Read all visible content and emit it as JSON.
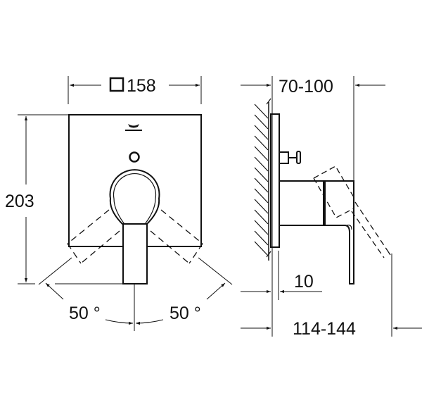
{
  "drawing": {
    "front_view": {
      "width_label": "158",
      "width_symbol": "square",
      "height_label": "203",
      "angle_left_label": "50 °",
      "angle_right_label": "50 °"
    },
    "side_view": {
      "depth_label": "70-100",
      "wall_offset_label": "10",
      "total_depth_label": "114-144"
    },
    "colors": {
      "line": "#111111",
      "background": "#ffffff"
    }
  }
}
